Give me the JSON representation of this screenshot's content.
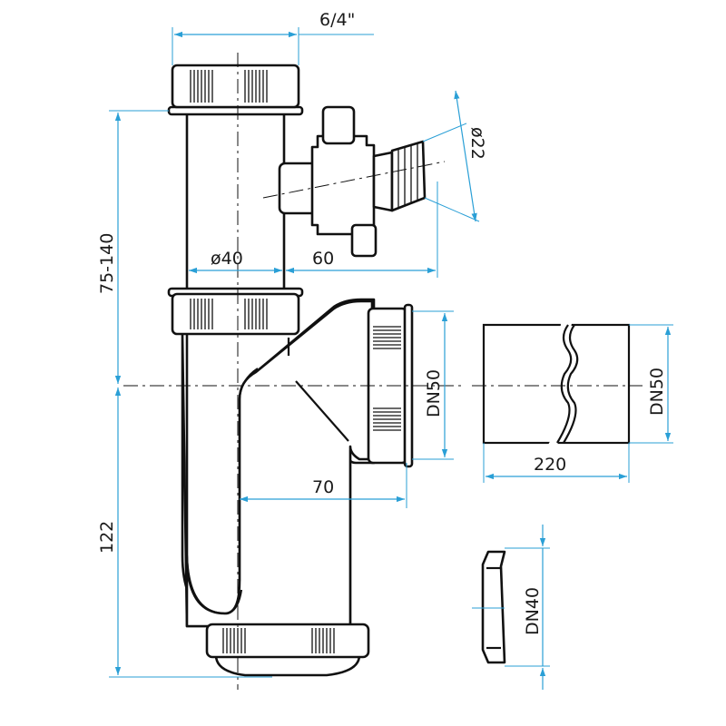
{
  "dimensions": {
    "thread": "6/4\"",
    "side_outlet_diameter": "ø22",
    "pipe_diameter": "ø40",
    "side_outlet_offset": "60",
    "height_range": "75-140",
    "outlet_dn": "DN50",
    "outlet_offset": "70",
    "trap_height": "122",
    "pipe_dn": "DN50",
    "pipe_length": "220",
    "seal_dn": "DN40"
  },
  "colors": {
    "dimension_line": "#2a9fd6",
    "outline": "#111111"
  }
}
